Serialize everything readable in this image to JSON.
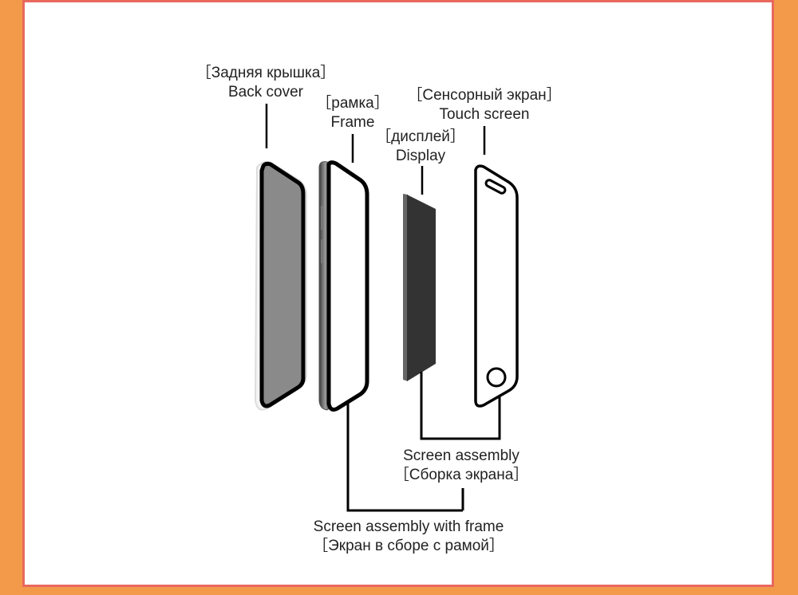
{
  "labels": {
    "back_cover": {
      "ru": "［Задняя крышка］",
      "en": "Back cover"
    },
    "frame": {
      "ru": "［рамка］",
      "en": "Frame"
    },
    "display": {
      "ru": "［дисплей］",
      "en": "Display"
    },
    "touch_screen": {
      "ru": "［Сенсорный экран］",
      "en": "Touch screen"
    },
    "screen_assembly": {
      "en": "Screen assembly",
      "ru": "［Сборка экрана］"
    },
    "screen_assembly_frame": {
      "en": "Screen assembly with frame",
      "ru": "［Экран в сборе с рамой］"
    }
  },
  "colors": {
    "page_background": "#f39a4a",
    "panel_border": "#e8685e",
    "back_cover_fill": "#8a8a8a",
    "display_fill": "#333333",
    "line": "#000000"
  }
}
